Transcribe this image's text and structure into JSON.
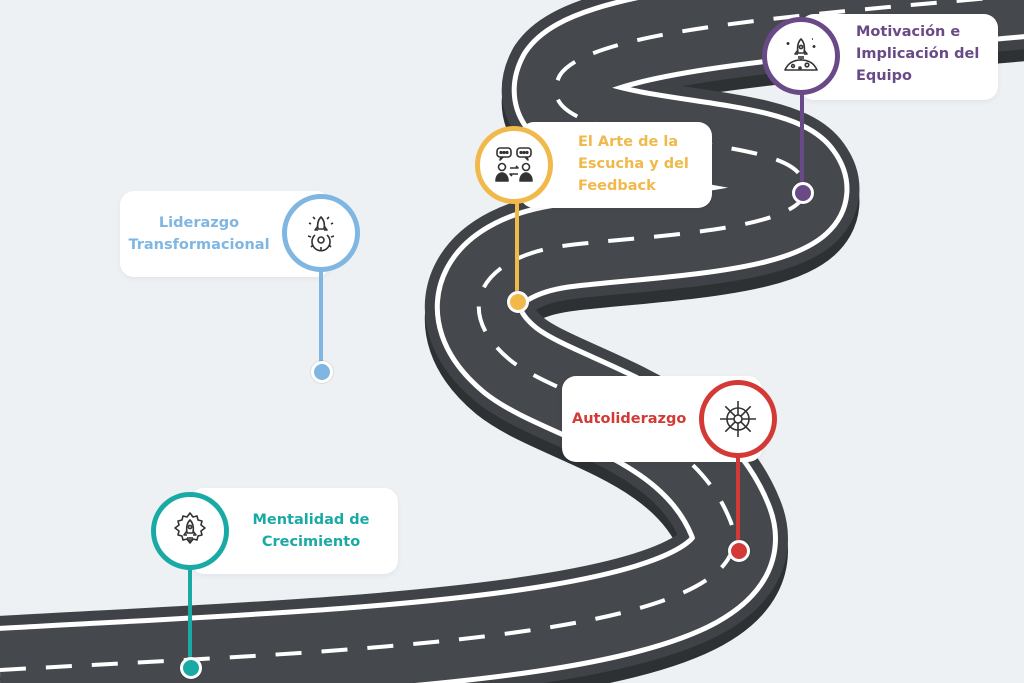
{
  "milestones": {
    "mentalidad": {
      "line1": "Mentalidad de",
      "line2": "Crecimiento",
      "color": "#1aaaa6",
      "icon": "rocket-gear-icon"
    },
    "liderazgo": {
      "line1": "Liderazgo",
      "line2": "Transformacional",
      "color": "#7fb6e2",
      "icon": "rocket-launch-gear-icon"
    },
    "escucha": {
      "line1": "El Arte de la",
      "line2": "Escucha y del",
      "line3": "Feedback",
      "color": "#f0b94a",
      "icon": "conversation-exchange-icon"
    },
    "autoliderazgo": {
      "line1": "Autoliderazgo",
      "color": "#d33a36",
      "icon": "ship-wheel-icon"
    },
    "motivacion": {
      "line1": "Motivación e",
      "line2": "Implicación del",
      "line3": "Equipo",
      "color": "#6a4a86",
      "icon": "rocket-moon-icon"
    }
  }
}
